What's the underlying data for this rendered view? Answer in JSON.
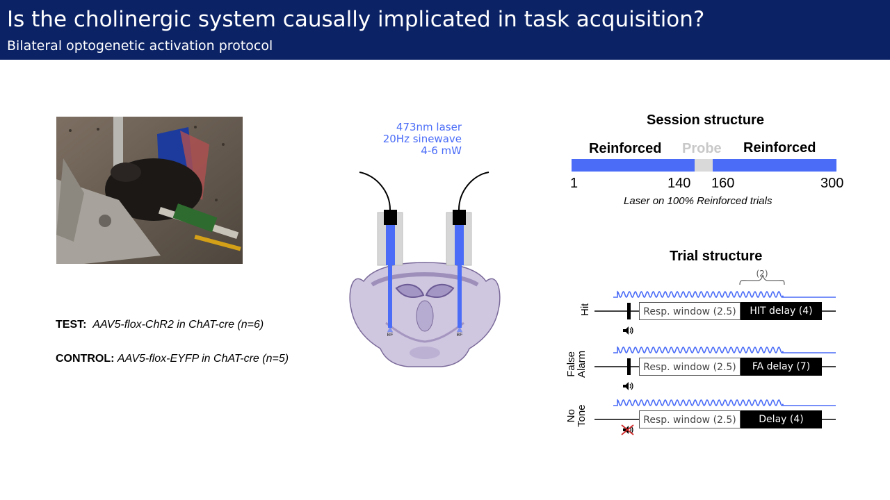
{
  "header": {
    "title": "Is the cholinergic system causally implicated in task acquisition?",
    "subtitle": "Bilateral optogenetic activation protocol"
  },
  "groups": {
    "test_label": "TEST:",
    "test_text": "AAV5-flox-ChR2 in ChAT-cre (n=6)",
    "control_label": "CONTROL:",
    "control_text": "AAV5-flox-EYFP in ChAT-cre (n=5)"
  },
  "laser": {
    "line1": "473nm laser",
    "line2": "20Hz sinewave",
    "line3": "4-6 mW",
    "color": "#4a6cf7"
  },
  "brain": {
    "left_label": "BF",
    "right_label": "BF"
  },
  "session": {
    "title": "Session structure",
    "segments": [
      {
        "label": "Reinforced",
        "start": 1,
        "end": 140,
        "color": "#4a6cf7"
      },
      {
        "label": "Probe",
        "start": 140,
        "end": 160,
        "color": "#d9d9d9"
      },
      {
        "label": "Reinforced",
        "start": 160,
        "end": 300,
        "color": "#4a6cf7"
      }
    ],
    "ticks": [
      "1",
      "140",
      "160",
      "300"
    ],
    "note": "Laser on 100% Reinforced trials"
  },
  "trial": {
    "title": "Trial structure",
    "brace_label": "(2)",
    "rows": [
      {
        "label_lines": [
          "Hit"
        ],
        "window": "Resp. window (2.5)",
        "delay": "HIT delay (4)",
        "tone": true
      },
      {
        "label_lines": [
          "False",
          "Alarm"
        ],
        "window": "Resp. window (2.5)",
        "delay": "FA delay (7)",
        "tone": true
      },
      {
        "label_lines": [
          "No",
          "Tone"
        ],
        "window": "Resp. window (2.5)",
        "delay": "Delay (4)",
        "tone": false
      }
    ]
  }
}
